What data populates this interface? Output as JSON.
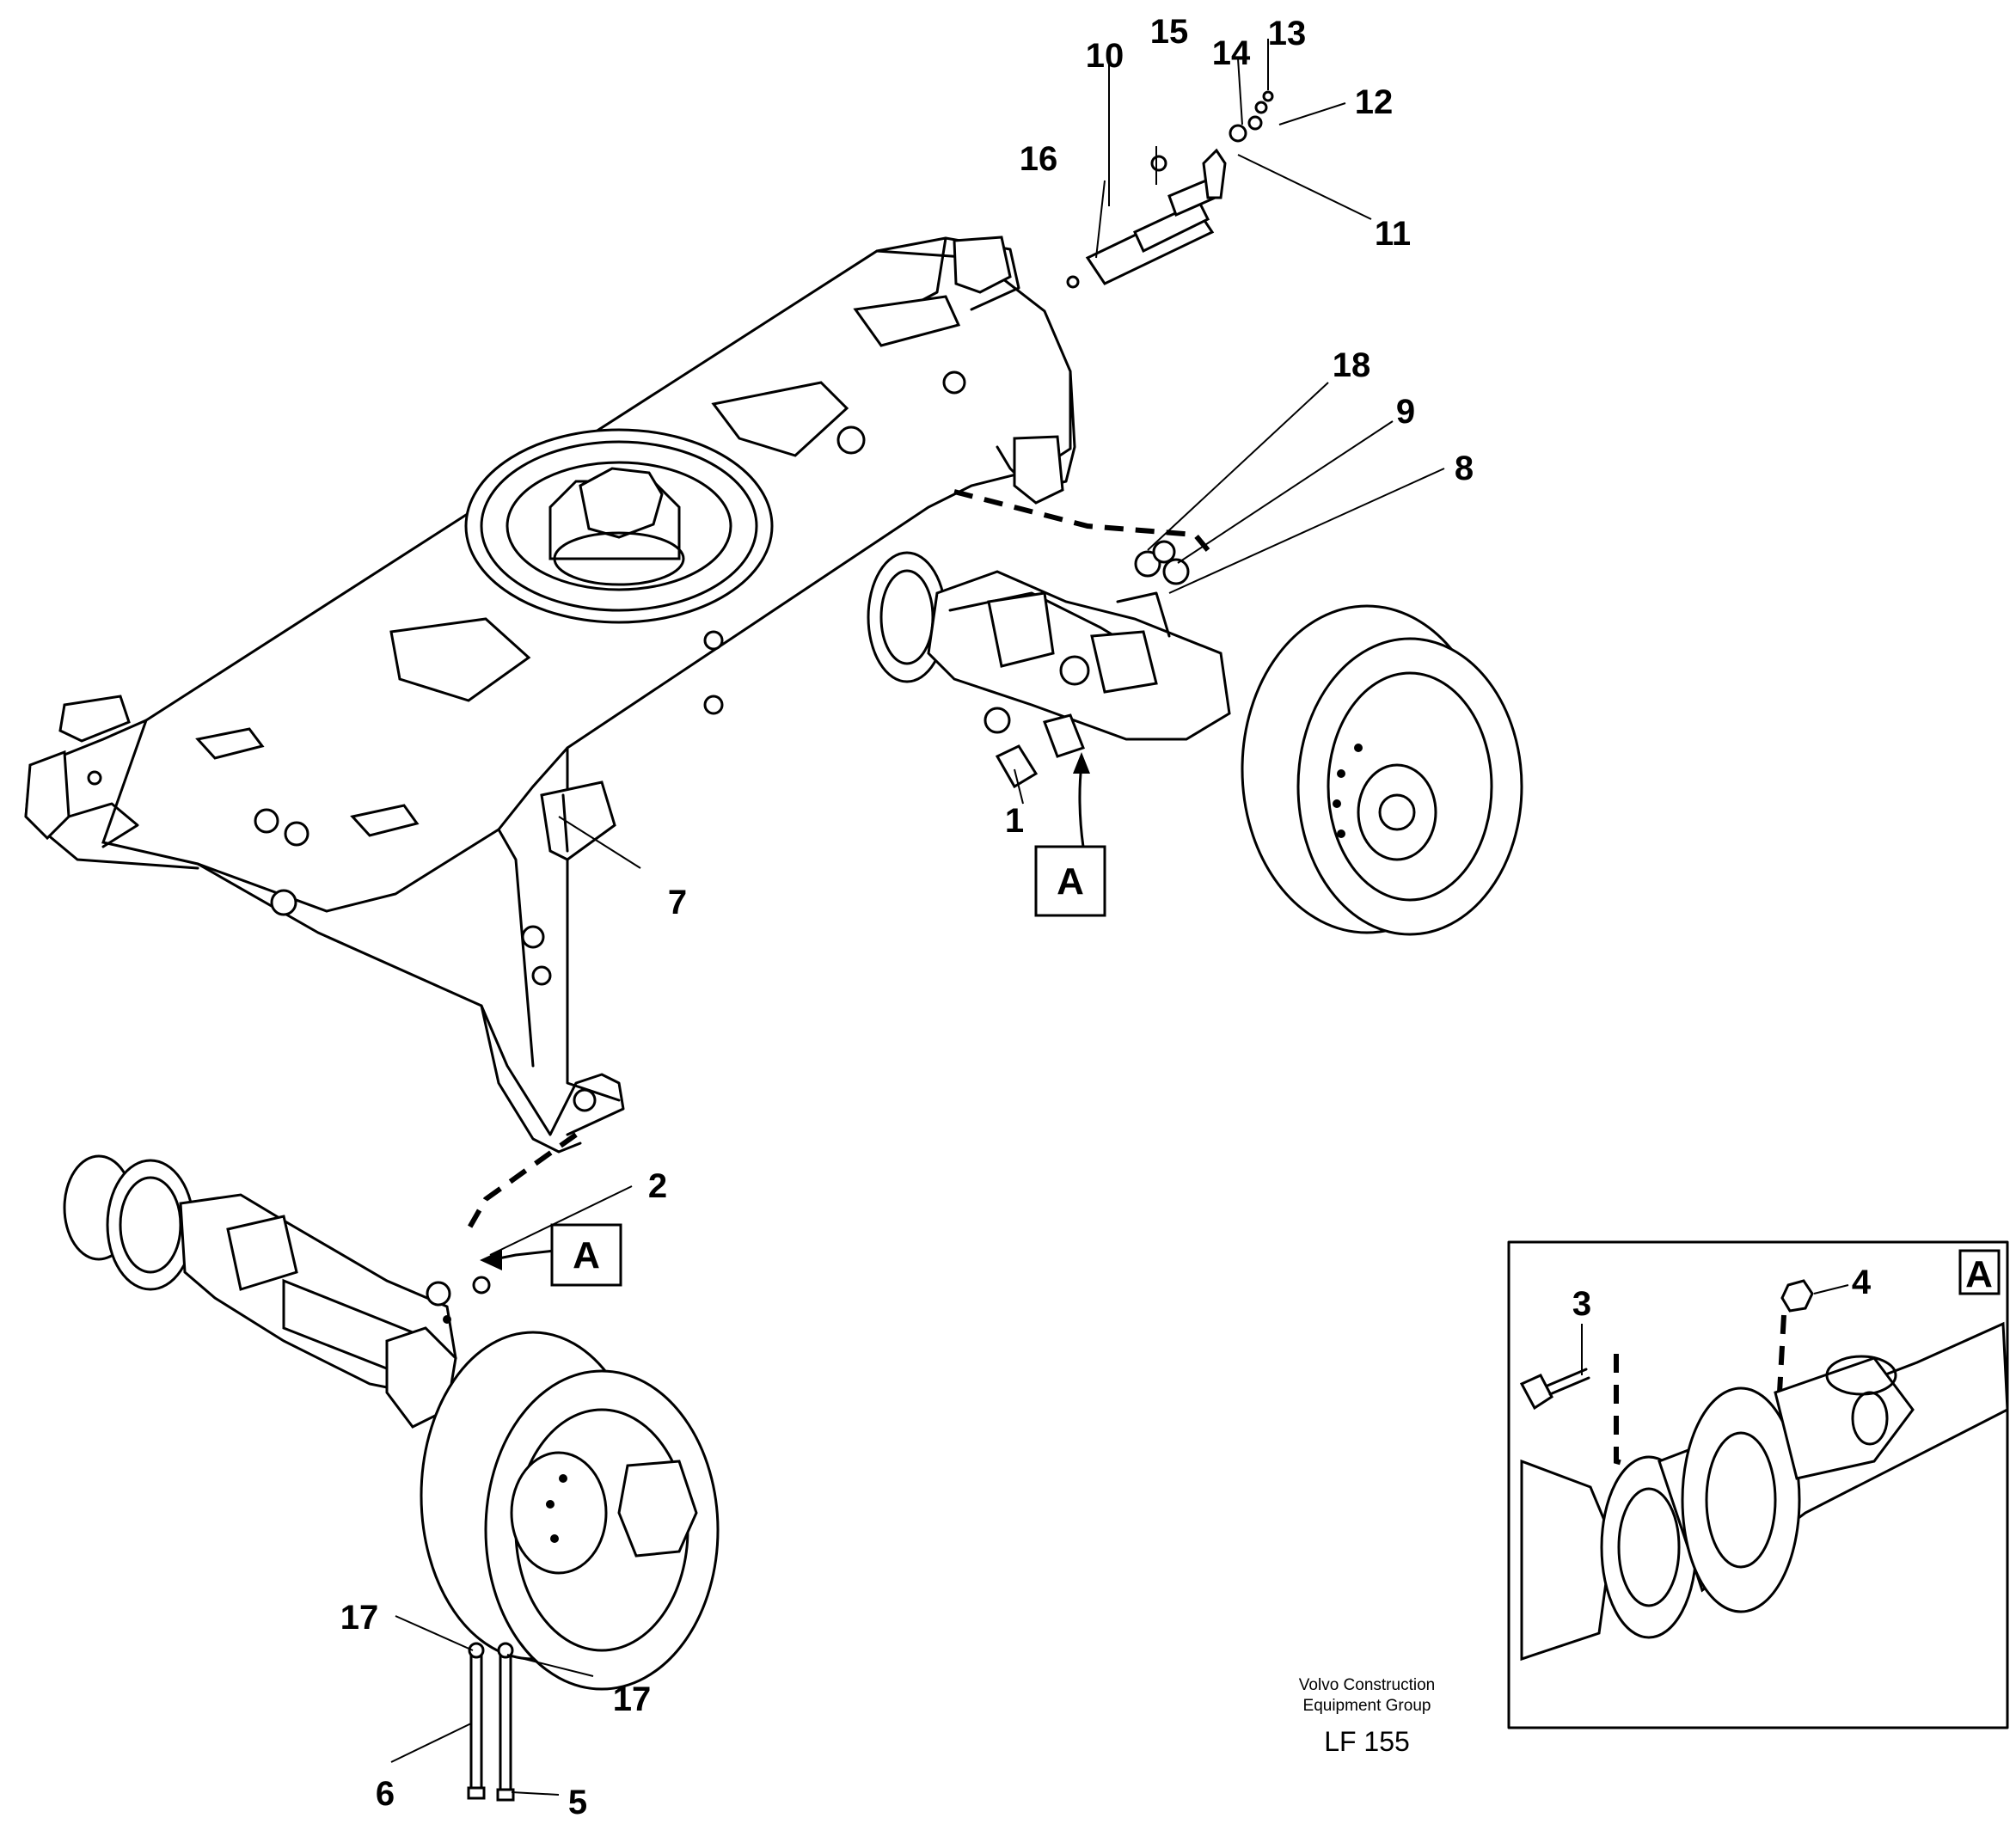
{
  "callouts": {
    "c1": "1",
    "c2": "2",
    "c3": "3",
    "c4": "4",
    "c5": "5",
    "c6": "6",
    "c7": "7",
    "c8": "8",
    "c9": "9",
    "c10": "10",
    "c11": "11",
    "c12": "12",
    "c13": "13",
    "c14": "14",
    "c15": "15",
    "c16": "16",
    "c17a": "17",
    "c17b": "17",
    "c18": "18"
  },
  "detail_marker": {
    "label": "A"
  },
  "footer": {
    "company_line1": "Volvo Construction",
    "company_line2": "Equipment Group",
    "drawing_code": "LF 155"
  }
}
